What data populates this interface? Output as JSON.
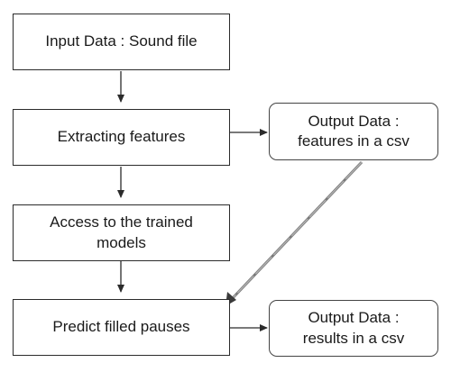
{
  "nodes": {
    "input": {
      "line1": "Input Data :  Sound file"
    },
    "extract": {
      "line1": "Extracting features"
    },
    "models": {
      "line1": "Access to the trained",
      "line2": "models"
    },
    "predict": {
      "line1": "Predict filled pauses"
    },
    "output_features": {
      "line1": "Output Data :",
      "line2": "features in a csv"
    },
    "output_results": {
      "line1": "Output Data :",
      "line2": "results in a csv"
    }
  },
  "edge_colors": {
    "main": "#2b2b2b",
    "dashed_link": "#8a8a8a"
  }
}
